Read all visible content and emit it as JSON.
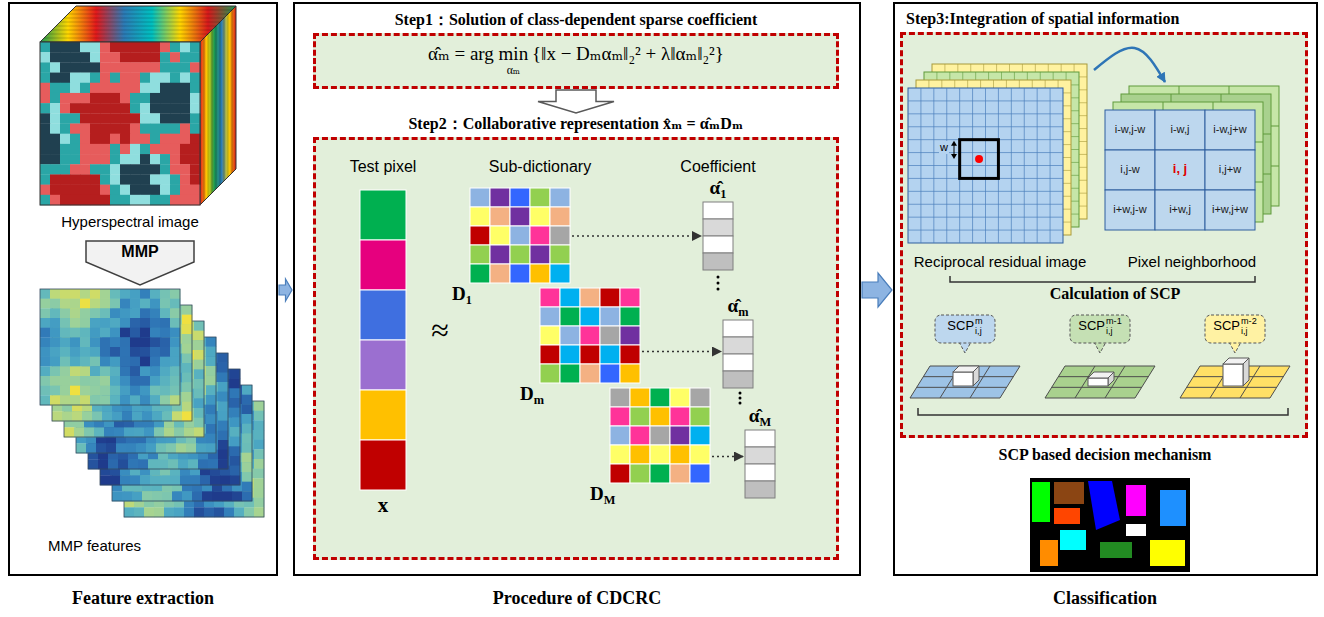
{
  "diagram": {
    "nodes": [
      {
        "text": [
          "Feature extraction"
        ]
      },
      {
        "text": [
          "Hyperspectral image"
        ],
        "in": 0
      },
      {
        "text": [
          "MMP"
        ],
        "in": 0
      },
      {
        "text": [
          "MMP features"
        ],
        "in": 0
      },
      {
        "text": [
          "Procedure of CDCRC"
        ]
      },
      {
        "text": [
          "Step1：Solution of class-dependent sparse coefficient",
          "α̂ₘ = arg",
          "min",
          "αₘ",
          "{‖x − Dₘαₘ‖₂² + λ‖αₘ‖₂²}"
        ],
        "in": 4
      },
      {
        "text": [
          "Step2：Collaborative representation x̂ₘ = α̂ₘDₘ"
        ],
        "in": 4
      },
      {
        "text": [
          "Test pixel",
          "x"
        ],
        "in": 6
      },
      {
        "text": [
          "D",
          "1"
        ],
        "in": 6
      },
      {
        "text": [
          "D",
          "m"
        ],
        "in": 6
      },
      {
        "text": [
          "D",
          "M"
        ],
        "in": 6
      },
      {
        "text": [
          "α̂",
          "1"
        ],
        "in": 6
      },
      {
        "text": [
          "α̂",
          "m"
        ],
        "in": 6
      },
      {
        "text": [
          "α̂",
          "M"
        ],
        "in": 6
      },
      {
        "text": [
          "Classification"
        ]
      },
      {
        "text": [
          "Step3:Integration of spatial information"
        ],
        "in": 14
      },
      {
        "text": [
          "Reciprocal residual image"
        ],
        "in": 15
      },
      {
        "text": [
          "Pixel neighborhood"
        ],
        "in": 15
      },
      {
        "text": [
          "Calculation of SCP"
        ],
        "in": 15
      },
      {
        "text": [
          "SCP",
          "m",
          "i,j"
        ],
        "in": 15
      },
      {
        "text": [
          "SCP",
          "m-1",
          "i,j"
        ],
        "in": 15
      },
      {
        "text": [
          "SCP",
          "m-2",
          "i,j"
        ],
        "in": 15
      },
      {
        "text": [
          "SCP based decision mechanism"
        ],
        "in": 14
      }
    ],
    "edges": [
      {
        "from": 0,
        "to": 4,
        "arrow": "to"
      },
      {
        "from": 4,
        "to": 14,
        "arrow": "to"
      },
      {
        "from": 5,
        "to": 6,
        "arrow": "to"
      },
      {
        "from": 8,
        "to": 11,
        "arrow": "to"
      },
      {
        "from": 9,
        "to": 12,
        "arrow": "to"
      },
      {
        "from": 10,
        "to": 13,
        "arrow": "to"
      },
      {
        "from": 16,
        "to": 17,
        "arrow": "to"
      }
    ],
    "labels": [
      "Sub-dictionary",
      "Coefficient",
      "≈",
      "w",
      "i-w,j-w",
      "i-w,j",
      "i-w,j+w",
      "i,j-w",
      "i, j",
      "i,j+w",
      "i+w,j-w",
      "i+w,j",
      "i+w,j+w"
    ]
  }
}
